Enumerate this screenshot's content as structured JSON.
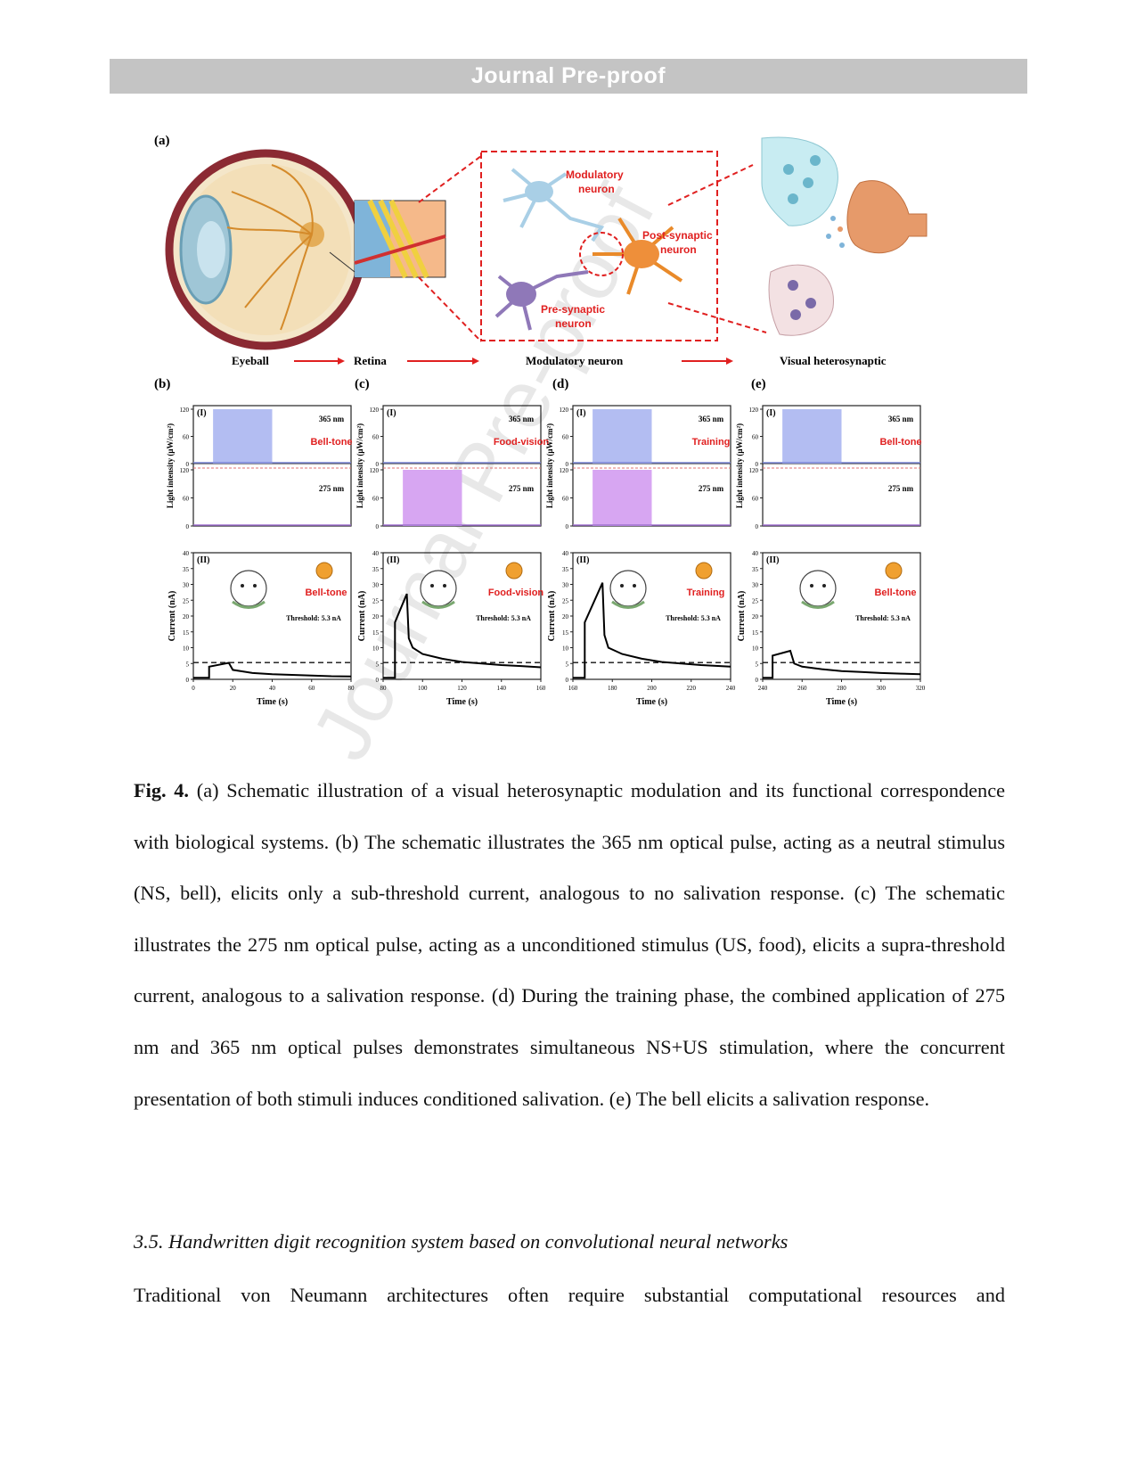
{
  "header": {
    "banner": "Journal Pre-proof"
  },
  "watermark": "Journal Pre-proof",
  "figure": {
    "panel_labels": {
      "a": "(a)",
      "b": "(b)",
      "c": "(c)",
      "d": "(d)",
      "e": "(e)"
    },
    "schematic": {
      "modulatory_neuron": [
        "Modulatory",
        "neuron"
      ],
      "post_synaptic_neuron": [
        "Post-synaptic",
        "neuron"
      ],
      "pre_synaptic_neuron": [
        "Pre-synaptic",
        "neuron"
      ],
      "flow": [
        "Eyeball",
        "Retina",
        "Modulatory neuron",
        "Visual heterosynaptic"
      ]
    },
    "colors": {
      "red": "#e02020",
      "uv365_fill": "#b3bdf2",
      "uv275_fill": "#d7a6f2",
      "threshold": "#111111"
    }
  },
  "chart_data": [
    {
      "type": "line",
      "panel": "(b) (I)",
      "title": "(I)",
      "ylabel": "Light intensity (μW/cm²)",
      "top": {
        "label": "365 nm",
        "stimulus": "Bell-tone",
        "ylim": [
          0,
          120
        ],
        "ticks": [
          0,
          60,
          120
        ],
        "pulse": [
          10,
          40
        ],
        "level": 120
      },
      "bottom": {
        "label": "275 nm",
        "ylim": [
          0,
          120
        ],
        "ticks": [
          0,
          60,
          120
        ],
        "pulse": null,
        "level": 120
      },
      "xlim": [
        0,
        80
      ]
    },
    {
      "type": "line",
      "panel": "(c) (I)",
      "title": "(I)",
      "ylabel": "Light intensity (μW/cm²)",
      "top": {
        "label": "365 nm",
        "stimulus": "Food-vision",
        "ylim": [
          0,
          120
        ],
        "ticks": [
          0,
          60,
          120
        ],
        "pulse": null,
        "level": 120
      },
      "bottom": {
        "label": "275 nm",
        "ylim": [
          0,
          120
        ],
        "ticks": [
          0,
          60,
          120
        ],
        "pulse": [
          90,
          120
        ],
        "level": 120
      },
      "xlim": [
        80,
        160
      ]
    },
    {
      "type": "line",
      "panel": "(d) (I)",
      "title": "(I)",
      "ylabel": "Light intensity (μW/cm²)",
      "top": {
        "label": "365 nm",
        "stimulus": "Training",
        "ylim": [
          0,
          120
        ],
        "ticks": [
          0,
          60,
          120
        ],
        "pulse": [
          170,
          200
        ],
        "level": 120
      },
      "bottom": {
        "label": "275 nm",
        "ylim": [
          0,
          120
        ],
        "ticks": [
          0,
          60,
          120
        ],
        "pulse": [
          170,
          200
        ],
        "level": 120
      },
      "xlim": [
        160,
        240
      ]
    },
    {
      "type": "line",
      "panel": "(e) (I)",
      "title": "(I)",
      "ylabel": "Light intensity (μW/cm²)",
      "top": {
        "label": "365 nm",
        "stimulus": "Bell-tone",
        "ylim": [
          0,
          120
        ],
        "ticks": [
          0,
          60,
          120
        ],
        "pulse": [
          250,
          280
        ],
        "level": 120
      },
      "bottom": {
        "label": "275 nm",
        "ylim": [
          0,
          120
        ],
        "ticks": [
          0,
          60,
          120
        ],
        "pulse": null,
        "level": 120
      },
      "xlim": [
        240,
        320
      ]
    },
    {
      "type": "line",
      "panel": "(b) (II)",
      "title": "(II)",
      "stimulus": "Bell-tone",
      "threshold_label": "Threshold: 5.3 nA",
      "threshold": 5.3,
      "xlabel": "Time (s)",
      "ylabel": "Current (nA)",
      "xlim": [
        0,
        80
      ],
      "ylim": [
        0,
        40
      ],
      "xticks": [
        0,
        20,
        40,
        60,
        80
      ],
      "yticks": [
        0,
        5,
        10,
        15,
        20,
        25,
        30,
        35,
        40
      ],
      "x": [
        0,
        8,
        8,
        18,
        20,
        25,
        30,
        40,
        50,
        60,
        70,
        80
      ],
      "y": [
        0.5,
        0.5,
        4,
        5.2,
        3,
        2.5,
        2,
        1.6,
        1.4,
        1.2,
        1,
        0.9
      ]
    },
    {
      "type": "line",
      "panel": "(c) (II)",
      "title": "(II)",
      "stimulus": "Food-vision",
      "threshold_label": "Threshold: 5.3 nA",
      "threshold": 5.3,
      "xlabel": "Time (s)",
      "ylabel": "Current (nA)",
      "xlim": [
        80,
        160
      ],
      "ylim": [
        0,
        40
      ],
      "xticks": [
        80,
        100,
        120,
        140,
        160
      ],
      "yticks": [
        0,
        5,
        10,
        15,
        20,
        25,
        30,
        35,
        40
      ],
      "x": [
        80,
        86,
        86,
        92,
        93,
        95,
        100,
        110,
        120,
        130,
        140,
        150,
        160
      ],
      "y": [
        0.5,
        0.5,
        18,
        27,
        13,
        10,
        8,
        6.5,
        5.5,
        5,
        4.5,
        4.2,
        3.8
      ]
    },
    {
      "type": "line",
      "panel": "(d) (II)",
      "title": "(II)",
      "stimulus": "Training",
      "threshold_label": "Threshold: 5.3 nA",
      "threshold": 5.3,
      "xlabel": "Time (s)",
      "ylabel": "Current (nA)",
      "xlim": [
        160,
        240
      ],
      "ylim": [
        0,
        40
      ],
      "xticks": [
        160,
        180,
        200,
        220,
        240
      ],
      "yticks": [
        0,
        5,
        10,
        15,
        20,
        25,
        30,
        35,
        40
      ],
      "x": [
        160,
        166,
        166,
        175,
        176,
        178,
        185,
        195,
        205,
        215,
        225,
        240
      ],
      "y": [
        0.5,
        0.5,
        18,
        30.5,
        14,
        10,
        8,
        6.5,
        5.5,
        5,
        4.5,
        4
      ]
    },
    {
      "type": "line",
      "panel": "(e) (II)",
      "title": "(II)",
      "stimulus": "Bell-tone",
      "threshold_label": "Threshold: 5.3 nA",
      "threshold": 5.3,
      "xlabel": "Time (s)",
      "ylabel": "Current (nA)",
      "xlim": [
        240,
        320
      ],
      "ylim": [
        0,
        40
      ],
      "xticks": [
        240,
        260,
        280,
        300,
        320
      ],
      "yticks": [
        0,
        5,
        10,
        15,
        20,
        25,
        30,
        35,
        40
      ],
      "x": [
        240,
        245,
        245,
        254,
        256,
        260,
        270,
        280,
        290,
        300,
        310,
        320
      ],
      "y": [
        0.5,
        0.5,
        7.5,
        9,
        5,
        4,
        3.2,
        2.6,
        2.3,
        2,
        1.8,
        1.6
      ]
    }
  ],
  "caption": {
    "label": "Fig. 4.",
    "text": "(a) Schematic illustration of a visual heterosynaptic modulation and its functional correspondence with biological systems. (b) The schematic illustrates the 365 nm optical pulse, acting as a neutral stimulus (NS, bell), elicits only a sub-threshold current, analogous to no salivation response. (c) The schematic illustrates the 275 nm optical pulse, acting as a unconditioned stimulus (US, food), elicits a supra-threshold current, analogous to a salivation response. (d) During the training phase, the combined application of 275 nm and 365 nm optical pulses demonstrates simultaneous NS+US stimulation, where the concurrent presentation of both stimuli induces conditioned salivation. (e) The bell elicits a salivation response."
  },
  "section": {
    "heading": "3.5. Handwritten digit recognition system based on convolutional neural networks",
    "paragraph": "Traditional von Neumann architectures often require substantial computational resources and"
  }
}
